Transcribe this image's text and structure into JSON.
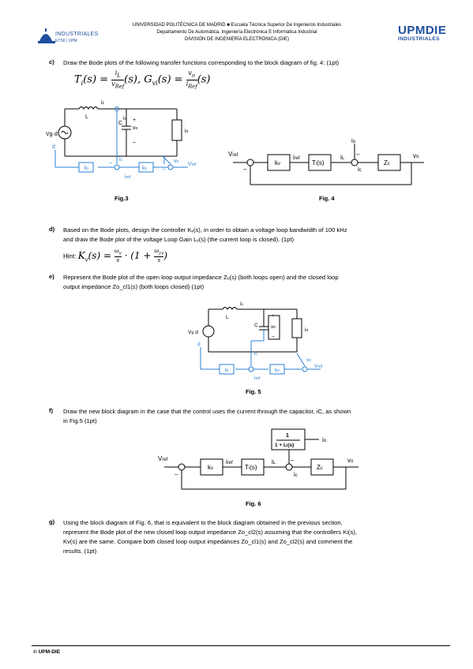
{
  "header": {
    "logo_left_text": "INDUSTRIALES",
    "logo_left_sub": "ETSII | UPM",
    "line1": "UNIVERSIDAD POLITÉCNICA DE MADRID ■ Escuela Técnica Superior De Ingenieros Industriales",
    "line2": "Departamento De Automática, Ingeniería Electrónica E Informática Industrial",
    "line3": "DIVISIÓN DE INGENIERÍA ELECTRÓNICA (DIE)",
    "logo_right_top": "UPMDIE",
    "logo_right_bottom": "INDUSTRIALES"
  },
  "questions": {
    "c": {
      "label": "c)",
      "text": "Draw the Bode plots of the following transfer functions corresponding to the block diagram of fig. 4: (1pt)"
    },
    "d": {
      "label": "d)",
      "text1": "Based on the Bode plots, design the controller Kᵥ(s), in order to obtain a voltage loop bandwidth of 100 kHz",
      "text2": "and draw the Bode plot of the voltage Loop Gain Lᵥ(s) (the current loop is closed). (1pt)",
      "hint": "Hint:"
    },
    "e": {
      "label": "e)",
      "text1": "Represent the Bode plot of the open loop output impedance Zₒ(s) (both loops open) and the closed loop",
      "text2": "output impedance Zo_cl1(s) (both loops closed) (1pt)"
    },
    "f": {
      "label": "f)",
      "text1": "Draw the new block diagram in the case that the control uses the current through the capacitor, iC, as shown",
      "text2": "in Fig.5 (1pt)"
    },
    "g": {
      "label": "g)",
      "text1": "Using the block diagram of Fig. 6, that is equivalent to the block diagram obtained in the previous section,",
      "text2": "represent the Bode plot of the new closed loop output impedance Zo_cl2(s) assuming that the controllers Ki(s),",
      "text3": "Kv(s) are the same. Compare both closed loop output impedances Zo_cl1(s) and Zo_cl2(s) and comment the",
      "text4": "results. (1pt)"
    }
  },
  "figures": {
    "fig3": "Fig.3",
    "fig4": "Fig. 4",
    "fig5": "Fig. 5",
    "fig6": "Fig. 6"
  },
  "footer": "© UPM-DIE"
}
